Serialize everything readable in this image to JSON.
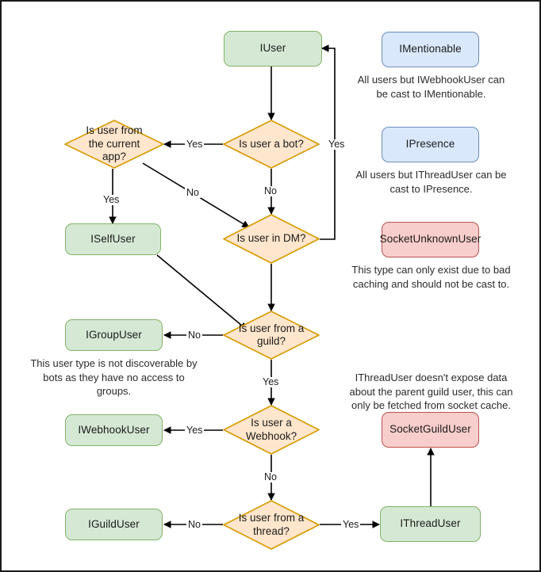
{
  "diagram": {
    "title": "Discord.Net user type resolution flowchart",
    "colors": {
      "green_fill": "#d5e8d4",
      "green_stroke": "#82b366",
      "blue_fill": "#dae8fc",
      "blue_stroke": "#6c8ebf",
      "red_fill": "#f8cecc",
      "red_stroke": "#b85450",
      "orange_fill": "#ffe6cc",
      "orange_stroke": "#d79b00",
      "edge_stroke": "#000000",
      "frame_stroke": "#1a1a1a"
    },
    "nodes": {
      "iuser": "IUser",
      "is_user_a_bot": "Is user a bot?",
      "is_user_from_current_app": "Is user from the current app?",
      "iselfuser": "ISelfUser",
      "is_user_in_dm": "Is user in DM?",
      "igroupuser": "IGroupUser",
      "is_user_from_guild": "Is user from a guild?",
      "iwebhookuser": "IWebhookUser",
      "is_user_a_webhook": "Is user a Webhook?",
      "iguilduser": "IGuildUser",
      "is_user_from_thread": "Is user from a thread?",
      "ithreaduser": "IThreadUser",
      "imentionable": "IMentionable",
      "ipresence": "IPresence",
      "socketunknownuser": "SocketUnknownUser",
      "socketguilduser": "SocketGuildUser"
    },
    "notes": {
      "imentionable": "All users but IWebhookUser can be cast to IMentionable.",
      "ipresence": "All users but IThreadUser can be cast to IPresence.",
      "socketunknownuser": "This type can only exist due to bad caching and should not be cast to.",
      "igroupuser": "This user type is not discoverable by bots as they have no access to groups.",
      "socketguilduser": "IThreadUser doesn't expose data about the parent guild user, this can only be fetched from socket cache."
    },
    "edge_labels": {
      "bot_yes_to_current_app": "Yes",
      "dm_yes_to_iuser": "Yes",
      "bot_no_to_dm": "No",
      "current_app_yes_to_selfuser": "Yes",
      "current_app_no_to_dm": "No",
      "guild_no_to_groupuser": "No",
      "guild_yes_to_webhook": "Yes",
      "webhook_yes_to_iwebhookuser": "Yes",
      "webhook_no_to_thread": "No",
      "thread_no_to_iguilduser": "No",
      "thread_yes_to_ithreaduser": "Yes"
    }
  }
}
